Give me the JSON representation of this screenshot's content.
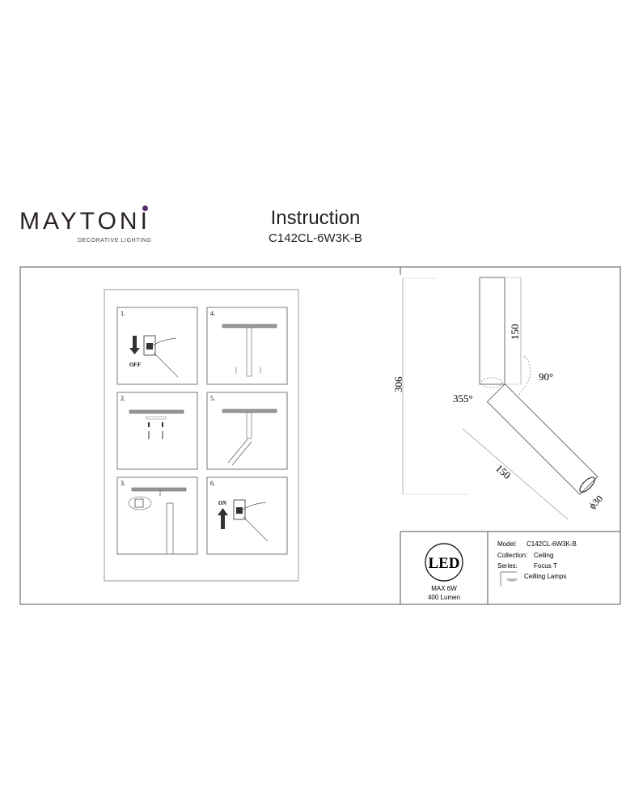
{
  "header": {
    "brand": "MAYTONI",
    "tagline": "DECORATIVE LIGHTING",
    "title": "Instruction",
    "model_code": "C142CL-6W3K-B",
    "brand_dot_color": "#5b2a6e"
  },
  "steps": [
    {
      "label": "1.",
      "switch_text": "OFF"
    },
    {
      "label": "2."
    },
    {
      "label": "3."
    },
    {
      "label": "4."
    },
    {
      "label": "5."
    },
    {
      "label": "6.",
      "switch_text": "ON"
    }
  ],
  "dimensions": {
    "total_height": "306",
    "body_length": "150",
    "head_length": "150",
    "diameter": "ϕ30",
    "tilt_angle": "90°",
    "rotation_angle": "355°"
  },
  "specs": {
    "led_badge": "LED",
    "power": "MAX 6W",
    "lumen": "400 Lumen",
    "model_label": "Model:",
    "model_value": "C142CL-6W3K-B",
    "collection_label": "Collection:",
    "collection_value": "Ceiling",
    "series_label": "Series:",
    "series_value": "Focus T",
    "type_value": "Ceilling Lamps",
    "type_icon": "ceiling-lamp-icon"
  }
}
